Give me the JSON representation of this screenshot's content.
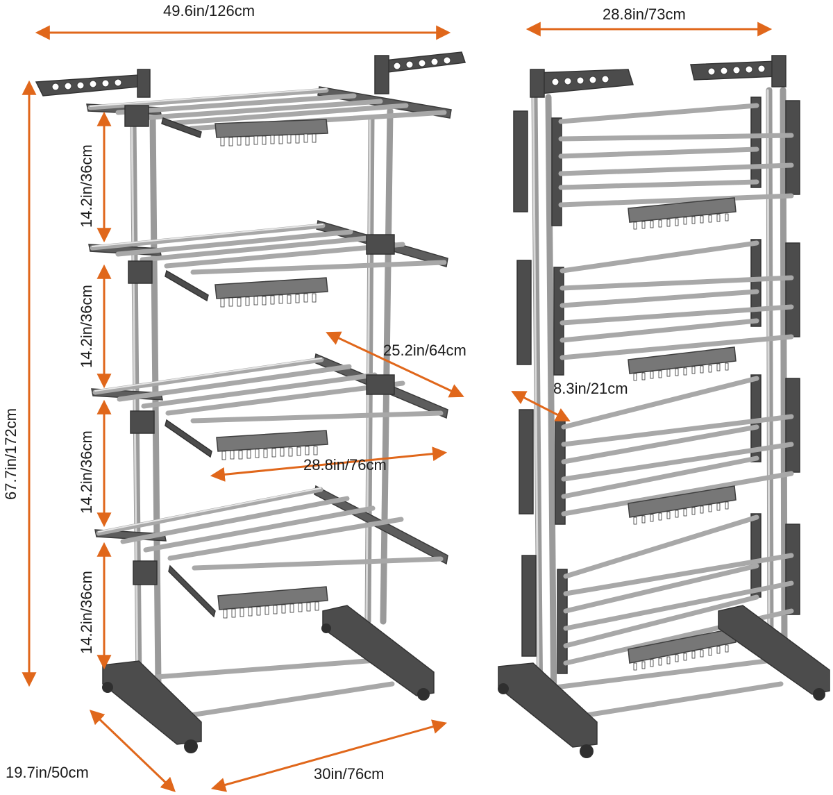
{
  "dimensions": {
    "overall_width": "49.6in/126cm",
    "folded_width": "28.8in/73cm",
    "total_height": "67.7in/172cm",
    "shelf_spacing": [
      "14.2in/36cm",
      "14.2in/36cm",
      "14.2in/36cm",
      "14.2in/36cm"
    ],
    "shelf_diagonal": "25.2in/64cm",
    "shelf_width": "28.8in/76cm",
    "folded_depth": "8.3in/21cm",
    "base_depth": "19.7in/50cm",
    "base_width": "30in/76cm"
  },
  "colors": {
    "arrow": "#e0671b",
    "frame": "#4c4c4c",
    "rail": "#a8a8a8",
    "text": "#1a1a1a"
  },
  "views": [
    "expanded-view",
    "folded-view"
  ]
}
